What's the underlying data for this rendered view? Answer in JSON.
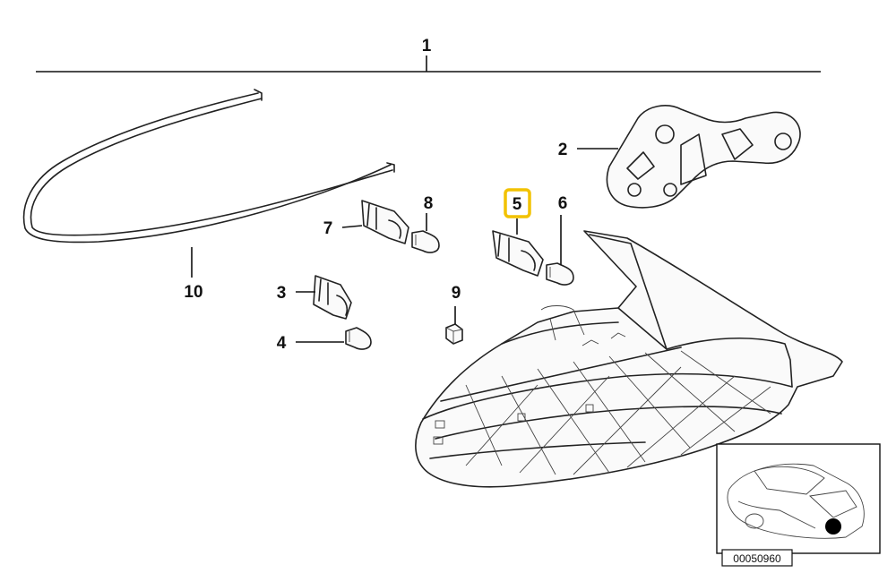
{
  "diagram": {
    "callouts": {
      "c1": "1",
      "c2": "2",
      "c3": "3",
      "c4": "4",
      "c5": "5",
      "c6": "6",
      "c7": "7",
      "c8": "8",
      "c9": "9",
      "c10": "10"
    },
    "highlight_color": "#f2c200",
    "diagram_code": "00050960"
  }
}
